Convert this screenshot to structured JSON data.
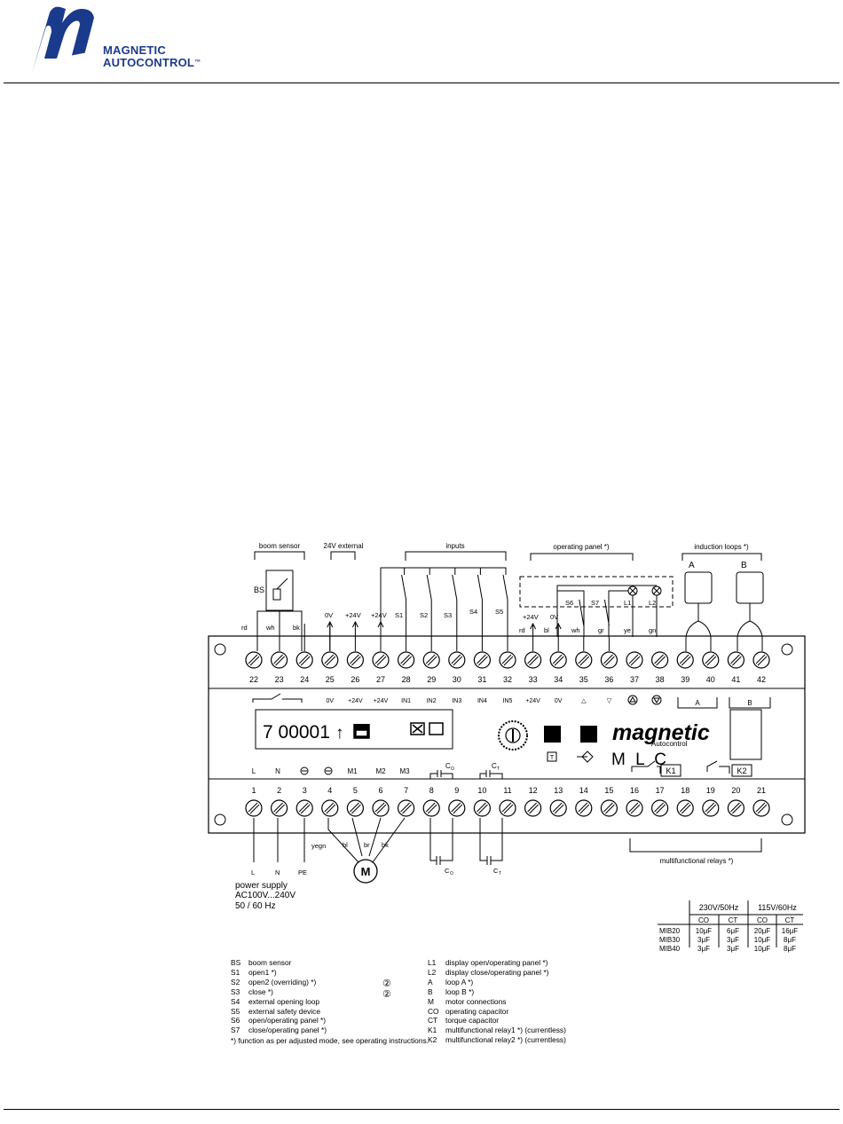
{
  "brand": {
    "line1": "MAGNETIC",
    "line2": "AUTOCONTROL",
    "tm": "™",
    "color": "#1a3a8c"
  },
  "groups": {
    "boom_sensor": "boom sensor",
    "ext24": "24V external",
    "inputs": "inputs",
    "operating_panel": "operating panel *)",
    "induction_loops": "induction loops *)"
  },
  "bs": "BS",
  "top_labels": {
    "rd": "rd",
    "wh": "wh",
    "bk": "bk",
    "v0": "0V",
    "v24a": "+24V",
    "v24b": "+24V",
    "s1": "S1",
    "s2": "S2",
    "s3": "S3",
    "s4": "S4",
    "s5": "S5",
    "rd2": "rd",
    "v24c": "+24V",
    "bl": "bl",
    "v0b": "0V",
    "s6": "S6",
    "s7": "S7",
    "wh2": "wh",
    "gr": "gr",
    "ye": "ye",
    "gn": "gn",
    "l1": "L1",
    "l2": "L2",
    "A": "A",
    "B": "B"
  },
  "terminals_top": [
    "22",
    "23",
    "24",
    "25",
    "26",
    "27",
    "28",
    "29",
    "30",
    "31",
    "32",
    "33",
    "34",
    "35",
    "36",
    "37",
    "38",
    "39",
    "40",
    "41",
    "42"
  ],
  "mid_labels": [
    "0V",
    "+24V",
    "+24V",
    "IN1",
    "IN2",
    "IN3",
    "IN4",
    "IN5",
    "+24V",
    "0V",
    "△",
    "▽"
  ],
  "loop_boxes": {
    "A": "A",
    "B": "B"
  },
  "display": {
    "text": "7 00001",
    "arrow": "↑"
  },
  "brand_panel": {
    "name": "magnetic",
    "sub": "Autocontrol",
    "model": "M L C"
  },
  "btn_t": "T",
  "relays": {
    "k1": "K1",
    "k2": "K2"
  },
  "terminals_bottom": [
    "1",
    "2",
    "3",
    "4",
    "5",
    "6",
    "7",
    "8",
    "9",
    "10",
    "11",
    "12",
    "13",
    "14",
    "15",
    "16",
    "17",
    "18",
    "19",
    "20",
    "21"
  ],
  "bottom_labels": {
    "L": "L",
    "N": "N",
    "M1": "M1",
    "M2": "M2",
    "M3": "M3",
    "CO": "C",
    "CT": "C"
  },
  "wire_labels": {
    "L": "L",
    "N": "N",
    "PE": "PE",
    "yegn": "yegn",
    "bl": "bl",
    "br": "br",
    "bk": "bk",
    "M": "M",
    "CO": "C",
    "CT": "C"
  },
  "multifunctional": "multifunctional relays *)",
  "power": {
    "l1": "power supply",
    "l2": "AC100V...240V",
    "l3": "50 / 60 Hz"
  },
  "cap_table": {
    "headers": [
      "230V/50Hz",
      "115V/60Hz"
    ],
    "sub": [
      "CO",
      "CT",
      "CO",
      "CT"
    ],
    "rows": [
      {
        "model": "MIB20",
        "v": [
          "10μF",
          "6μF",
          "20μF",
          "16μF"
        ]
      },
      {
        "model": "MIB30",
        "v": [
          "3μF",
          "3μF",
          "10μF",
          "8μF"
        ]
      },
      {
        "model": "MIB40",
        "v": [
          "3μF",
          "3μF",
          "10μF",
          "8μF"
        ]
      }
    ]
  },
  "legend_left": [
    {
      "k": "BS",
      "v": "boom sensor"
    },
    {
      "k": "S1",
      "v": "open1 *)"
    },
    {
      "k": "S2",
      "v": "open2 (overriding) *)"
    },
    {
      "k": "S3",
      "v": "close *)"
    },
    {
      "k": "S4",
      "v": "external opening loop"
    },
    {
      "k": "S5",
      "v": "external safety device"
    },
    {
      "k": "S6",
      "v": "open/operating panel *)"
    },
    {
      "k": "S7",
      "v": "close/operating panel *)"
    }
  ],
  "legend_mid": {
    "m1": "②",
    "m2": "②"
  },
  "legend_right": [
    {
      "k": "L1",
      "v": "display open/operating panel *)"
    },
    {
      "k": "L2",
      "v": "display close/operating panel *)"
    },
    {
      "k": "A",
      "v": "loop A *)"
    },
    {
      "k": "B",
      "v": "loop B *)"
    },
    {
      "k": "M",
      "v": "motor connections"
    },
    {
      "k": "CO",
      "v": "operating capacitor"
    },
    {
      "k": "CT",
      "v": "torque capacitor"
    },
    {
      "k": "K1",
      "v": "multifunctional relay1 *) (currentless)"
    },
    {
      "k": "K2",
      "v": "multifunctional relay2 *) (currentless)"
    }
  ],
  "footnote": "*) function as per adjusted mode, see operating instructions."
}
